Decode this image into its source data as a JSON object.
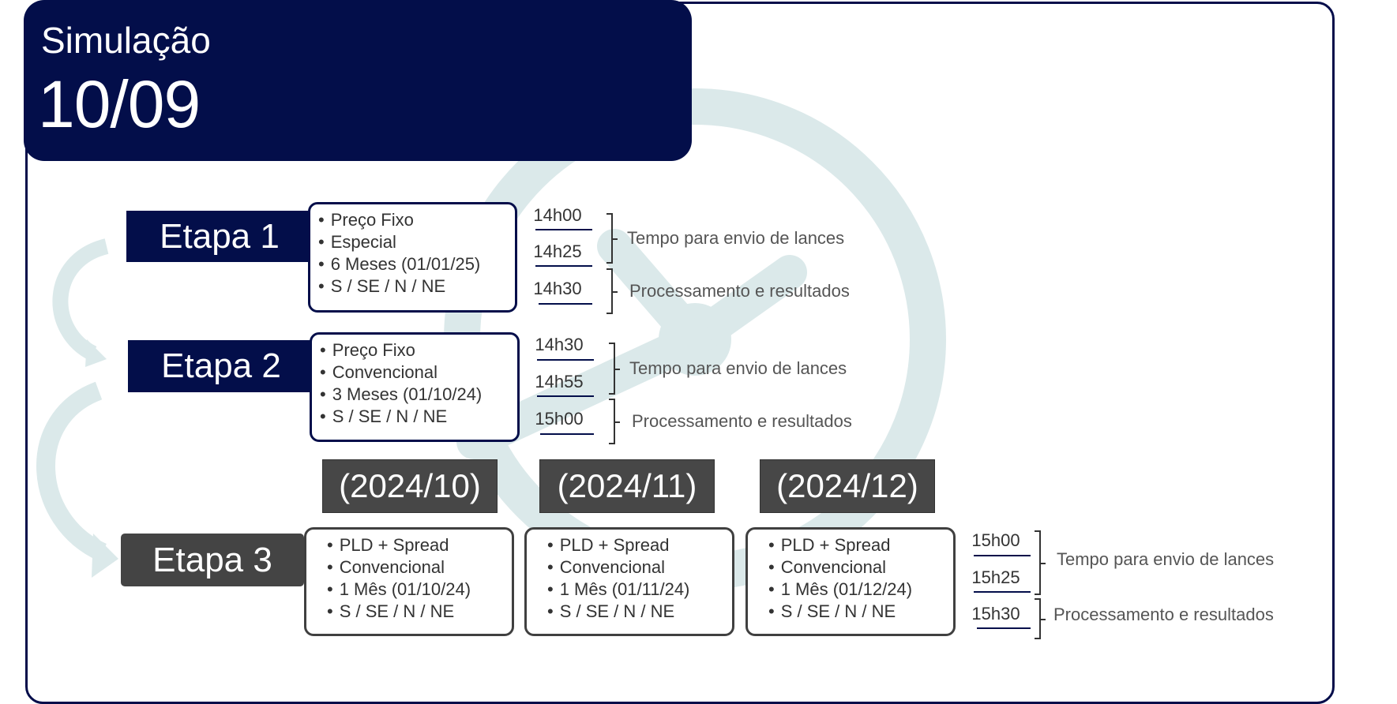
{
  "header": {
    "title": "Simulação",
    "date": "10/09"
  },
  "notes": {
    "send": "Tempo para envio de lances",
    "process": "Processamento e resultados"
  },
  "etapa1": {
    "label": "Etapa 1",
    "items": [
      "Preço Fixo",
      "Especial",
      "6 Meses (01/01/25)",
      "S / SE / N / NE"
    ],
    "times": [
      "14h00",
      "14h25",
      "14h30"
    ]
  },
  "etapa2": {
    "label": "Etapa 2",
    "items": [
      "Preço Fixo",
      "Convencional",
      "3 Meses (01/10/24)",
      "S / SE / N / NE"
    ],
    "times": [
      "14h30",
      "14h55",
      "15h00"
    ]
  },
  "etapa3": {
    "label": "Etapa 3",
    "months": [
      "(2024/10)",
      "(2024/11)",
      "(2024/12)"
    ],
    "boxes": [
      [
        "PLD + Spread",
        "Convencional",
        "1 Mês (01/10/24)",
        "S / SE / N / NE"
      ],
      [
        "PLD + Spread",
        "Convencional",
        "1 Mês (01/11/24)",
        "S / SE / N / NE"
      ],
      [
        "PLD + Spread",
        "Convencional",
        "1 Mês (01/12/24)",
        "S / SE / N / NE"
      ]
    ],
    "times": [
      "15h00",
      "15h25",
      "15h30"
    ]
  },
  "colors": {
    "navy": "#030e4a",
    "gray": "#444444",
    "watermark": "#dbe9ea"
  }
}
